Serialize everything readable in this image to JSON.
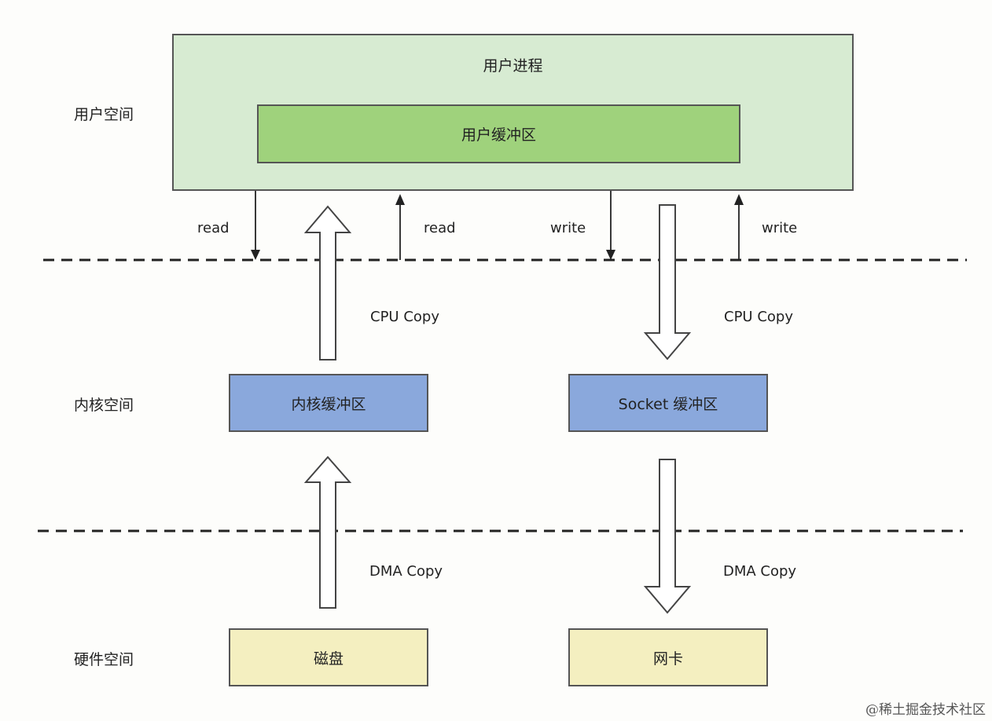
{
  "layers": {
    "user_space": "用户空间",
    "kernel_space": "内核空间",
    "hardware_space": "硬件空间"
  },
  "boxes": {
    "user_process": "用户进程",
    "user_buffer": "用户缓冲区",
    "kernel_buffer": "内核缓冲区",
    "socket_buffer": "Socket 缓冲区",
    "disk": "磁盘",
    "nic": "网卡"
  },
  "arrows": {
    "read_down": "read",
    "read_up": "read",
    "write_down": "write",
    "write_up": "write",
    "cpu_copy_left": "CPU Copy",
    "cpu_copy_right": "CPU Copy",
    "dma_copy_left": "DMA Copy",
    "dma_copy_right": "DMA Copy"
  },
  "watermark": "@稀土掘金技术社区",
  "colors": {
    "user_process_fill": "#d7ebd2",
    "user_buffer_fill": "#9fd27c",
    "kernel_fill": "#8aa8dc",
    "hardware_fill": "#f4efc0"
  }
}
